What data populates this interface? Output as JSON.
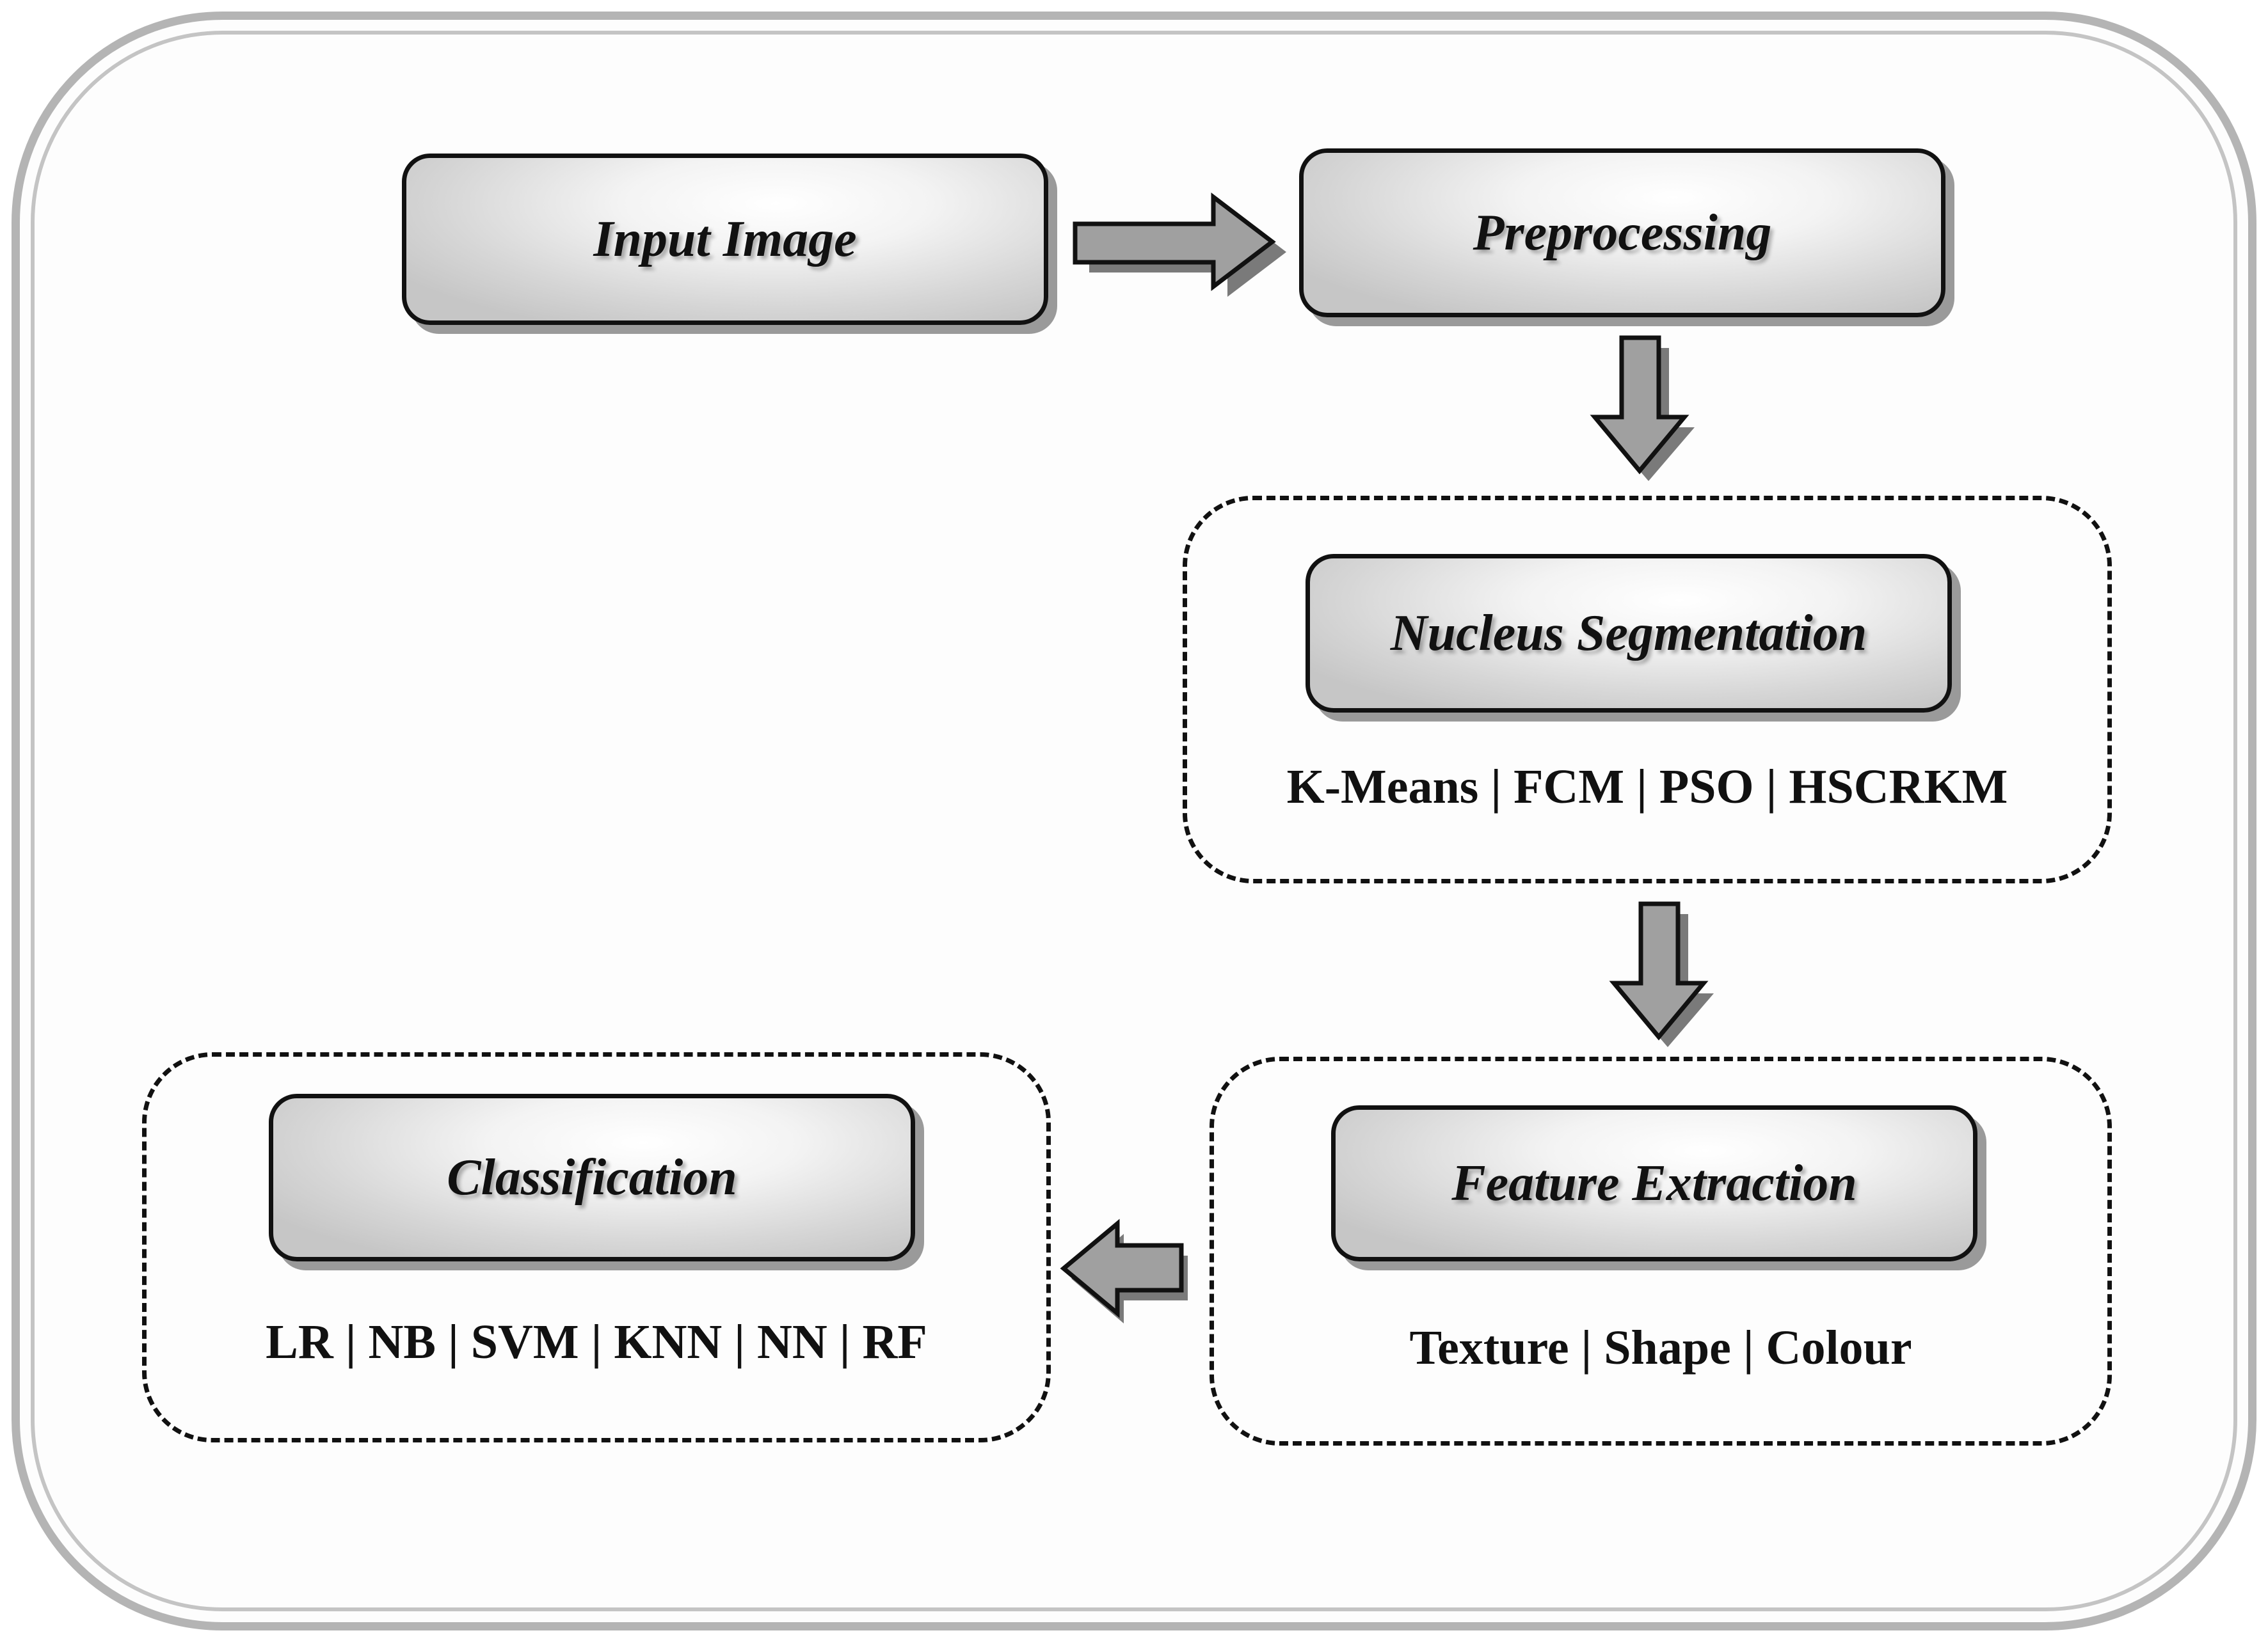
{
  "diagram": {
    "nodes": [
      {
        "id": "input",
        "label": "Input Image"
      },
      {
        "id": "preprocessing",
        "label": "Preprocessing"
      },
      {
        "id": "segmentation",
        "label": "Nucleus Segmentation",
        "methods": "K-Means | FCM | PSO | HSCRKM"
      },
      {
        "id": "features",
        "label": "Feature Extraction",
        "methods": "Texture | Shape | Colour"
      },
      {
        "id": "classification",
        "label": "Classification",
        "methods": "LR | NB | SVM | KNN | NN | RF"
      }
    ],
    "edges": [
      {
        "from": "input",
        "to": "preprocessing",
        "direction": "right"
      },
      {
        "from": "preprocessing",
        "to": "segmentation",
        "direction": "down"
      },
      {
        "from": "segmentation",
        "to": "features",
        "direction": "down"
      },
      {
        "from": "features",
        "to": "classification",
        "direction": "left"
      }
    ],
    "colors": {
      "border": "#111111",
      "arrow_fill": "#a0a0a0",
      "shadow": "#9a9a9a",
      "frame": "#b4b4b4"
    }
  }
}
